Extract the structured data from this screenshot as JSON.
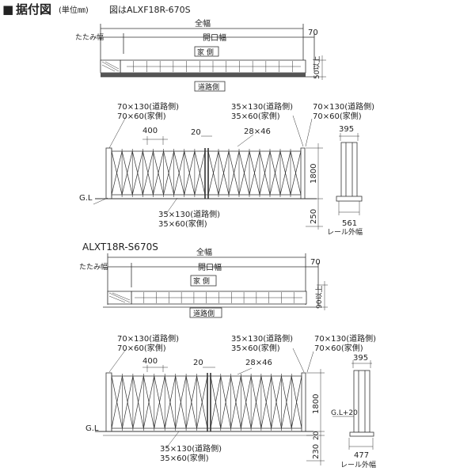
{
  "header": {
    "marker": "■",
    "title": "据付図",
    "unit": "(単位㎜)",
    "note": "図はALXF18R-670S"
  },
  "labels": {
    "total_width": "全幅",
    "folded_width": "たたみ幅",
    "opening_width": "開口幅",
    "house_side": "家 側",
    "road_side": "道路側",
    "gl": "G.L",
    "gl_plus20": "G.L+20",
    "rail_outer_width": "レール外幅"
  },
  "dims": {
    "d70": "70",
    "d50_or_more": "50以上",
    "d90_or_more": "90以上",
    "post_road": "70×130(道路側)",
    "post_house": "70×60(家側)",
    "pole_road": "35×130(道路側)",
    "pole_house": "35×60(家側)",
    "d400": "400",
    "d20": "20",
    "d28x46": "28×46",
    "d395": "395",
    "d1800": "1800",
    "d250": "250",
    "d230": "230",
    "d561": "561",
    "d477": "477"
  },
  "model2": "ALXT18R-S670S"
}
